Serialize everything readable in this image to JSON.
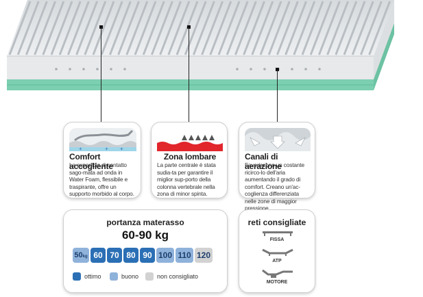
{
  "callouts": [
    {
      "title": "Comfort accogliente",
      "text": "La superficie di contatto sago-mata ad onda in Water Foam, flessibile e traspirante, offre un supporto morbido al corpo."
    },
    {
      "title": "Zona lombare",
      "text": "La parte centrale è stata sudia-ta per garantire il miglior sup-porto della colonna vertebrale nella zona di minor spinta."
    },
    {
      "title": "Canali di aerazione",
      "text": "Favoriscono un costante ricirco-lo dell'aria aumentando il grado di comfort. Creano un'ac-coglienza differenziata nelle zone di maggior pressione."
    }
  ],
  "portanza": {
    "title": "portanza materasso",
    "range": "60-90 kg",
    "scale_first": "50",
    "scale_unit": "kg",
    "scale": [
      {
        "value": "60",
        "level": "ottimo"
      },
      {
        "value": "70",
        "level": "ottimo"
      },
      {
        "value": "80",
        "level": "ottimo"
      },
      {
        "value": "90",
        "level": "ottimo"
      },
      {
        "value": "100",
        "level": "buono"
      },
      {
        "value": "110",
        "level": "buono"
      },
      {
        "value": "120",
        "level": "non consigliato"
      }
    ],
    "legend": {
      "ottimo": "ottimo",
      "buono": "buono",
      "non_consigliato": "non consigliato"
    },
    "colors": {
      "ottimo": "#2b6fb5",
      "buono": "#8fb2db",
      "non_consigliato": "#d2d2d2"
    }
  },
  "reti": {
    "title": "reti consigliate",
    "items": [
      "FISSA",
      "ATP",
      "MOTORE"
    ]
  }
}
